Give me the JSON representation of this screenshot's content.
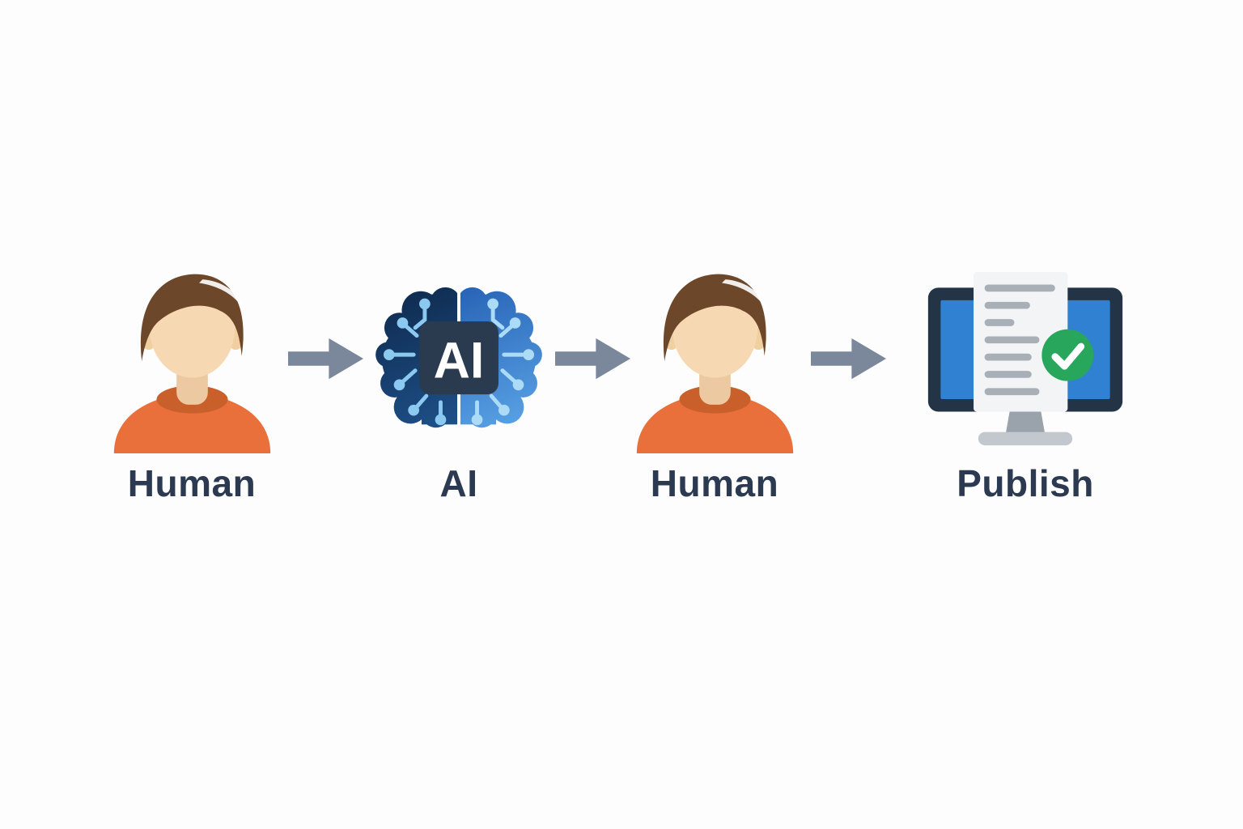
{
  "page": {
    "background": "#fdfdfd"
  },
  "diagram": {
    "type": "flow",
    "direction": "left-to-right",
    "steps": [
      {
        "id": "human-1",
        "label": "Human",
        "icon": "person-avatar-icon"
      },
      {
        "id": "ai",
        "label": "AI",
        "icon": "ai-brain-icon",
        "icon_text": "AI"
      },
      {
        "id": "human-2",
        "label": "Human",
        "icon": "person-avatar-icon"
      },
      {
        "id": "publish",
        "label": "Publish",
        "icon": "monitor-document-check-icon"
      }
    ],
    "connectors": [
      {
        "from": "human-1",
        "to": "ai",
        "shape": "block-arrow-right"
      },
      {
        "from": "ai",
        "to": "human-2",
        "shape": "block-arrow-right"
      },
      {
        "from": "human-2",
        "to": "publish",
        "shape": "block-arrow-right"
      }
    ],
    "colors": {
      "label_text": "#2b3a50",
      "arrow": "#7b879b",
      "shirt_orange": "#e9703b",
      "collar_orange": "#c95f2b",
      "skin": "#f6d9b2",
      "neck_skin": "#ecc9a0",
      "hair_brown": "#6d4729",
      "brain_left_dark": "#0f2a4e",
      "brain_left_light": "#1e518a",
      "brain_right_dark": "#2a66b8",
      "brain_right_light": "#5ba4e6",
      "circuit_left": "#8cc9f0",
      "circuit_right": "#abdbf7",
      "chip_bg": "#2a3b50",
      "chip_text": "#ffffff",
      "monitor_frame": "#233447",
      "monitor_screen": "#3181d3",
      "document_bg": "#f2f4f5",
      "document_lines": "#a8afb6",
      "check_green": "#27a65c",
      "stand_gray": "#9aa2ac",
      "base_gray": "#c3c8cf"
    }
  }
}
